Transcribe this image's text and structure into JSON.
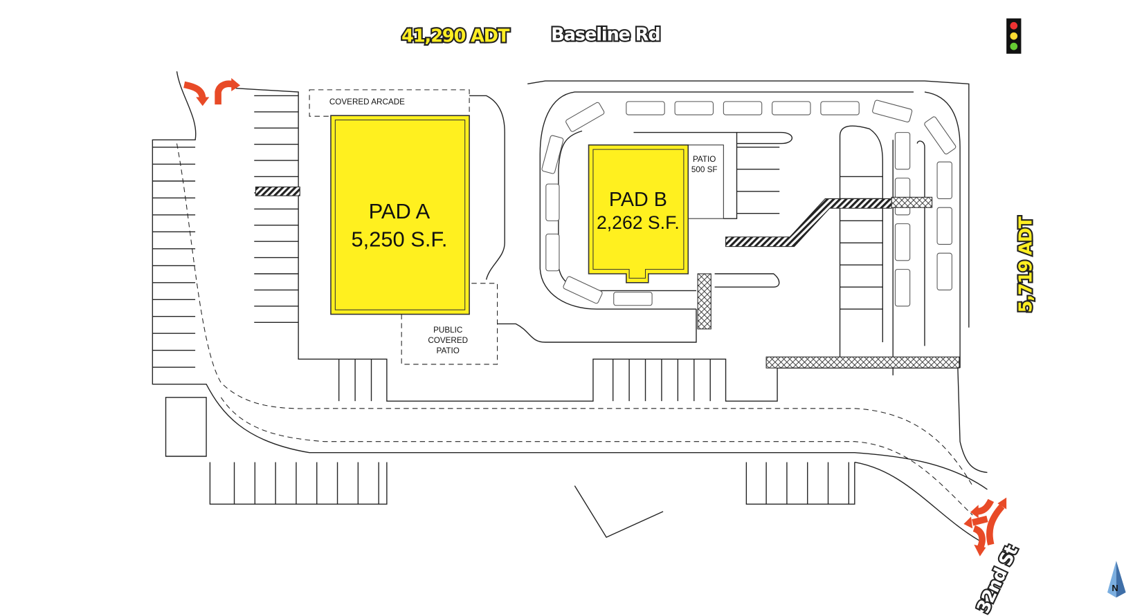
{
  "roads": {
    "top_traffic": "41,290 ADT",
    "top_name": "Baseline Rd",
    "right_traffic": "5,719 ADT",
    "bottom_name": "32nd St"
  },
  "pad_a": {
    "name": "PAD A",
    "area": "5,250 S.F.",
    "arcade": "COVERED ARCADE",
    "patio_lines": [
      "PUBLIC",
      "COVERED",
      "PATIO"
    ]
  },
  "pad_b": {
    "name": "PAD B",
    "area": "2,262 S.F.",
    "patio_line1": "PATIO",
    "patio_line2": "500 SF"
  },
  "north": "N",
  "colors": {
    "pad": "#fff01f",
    "arrow": "#e84a27",
    "traffic_yellow": "#ffee22",
    "north": "#5b8fc9"
  }
}
